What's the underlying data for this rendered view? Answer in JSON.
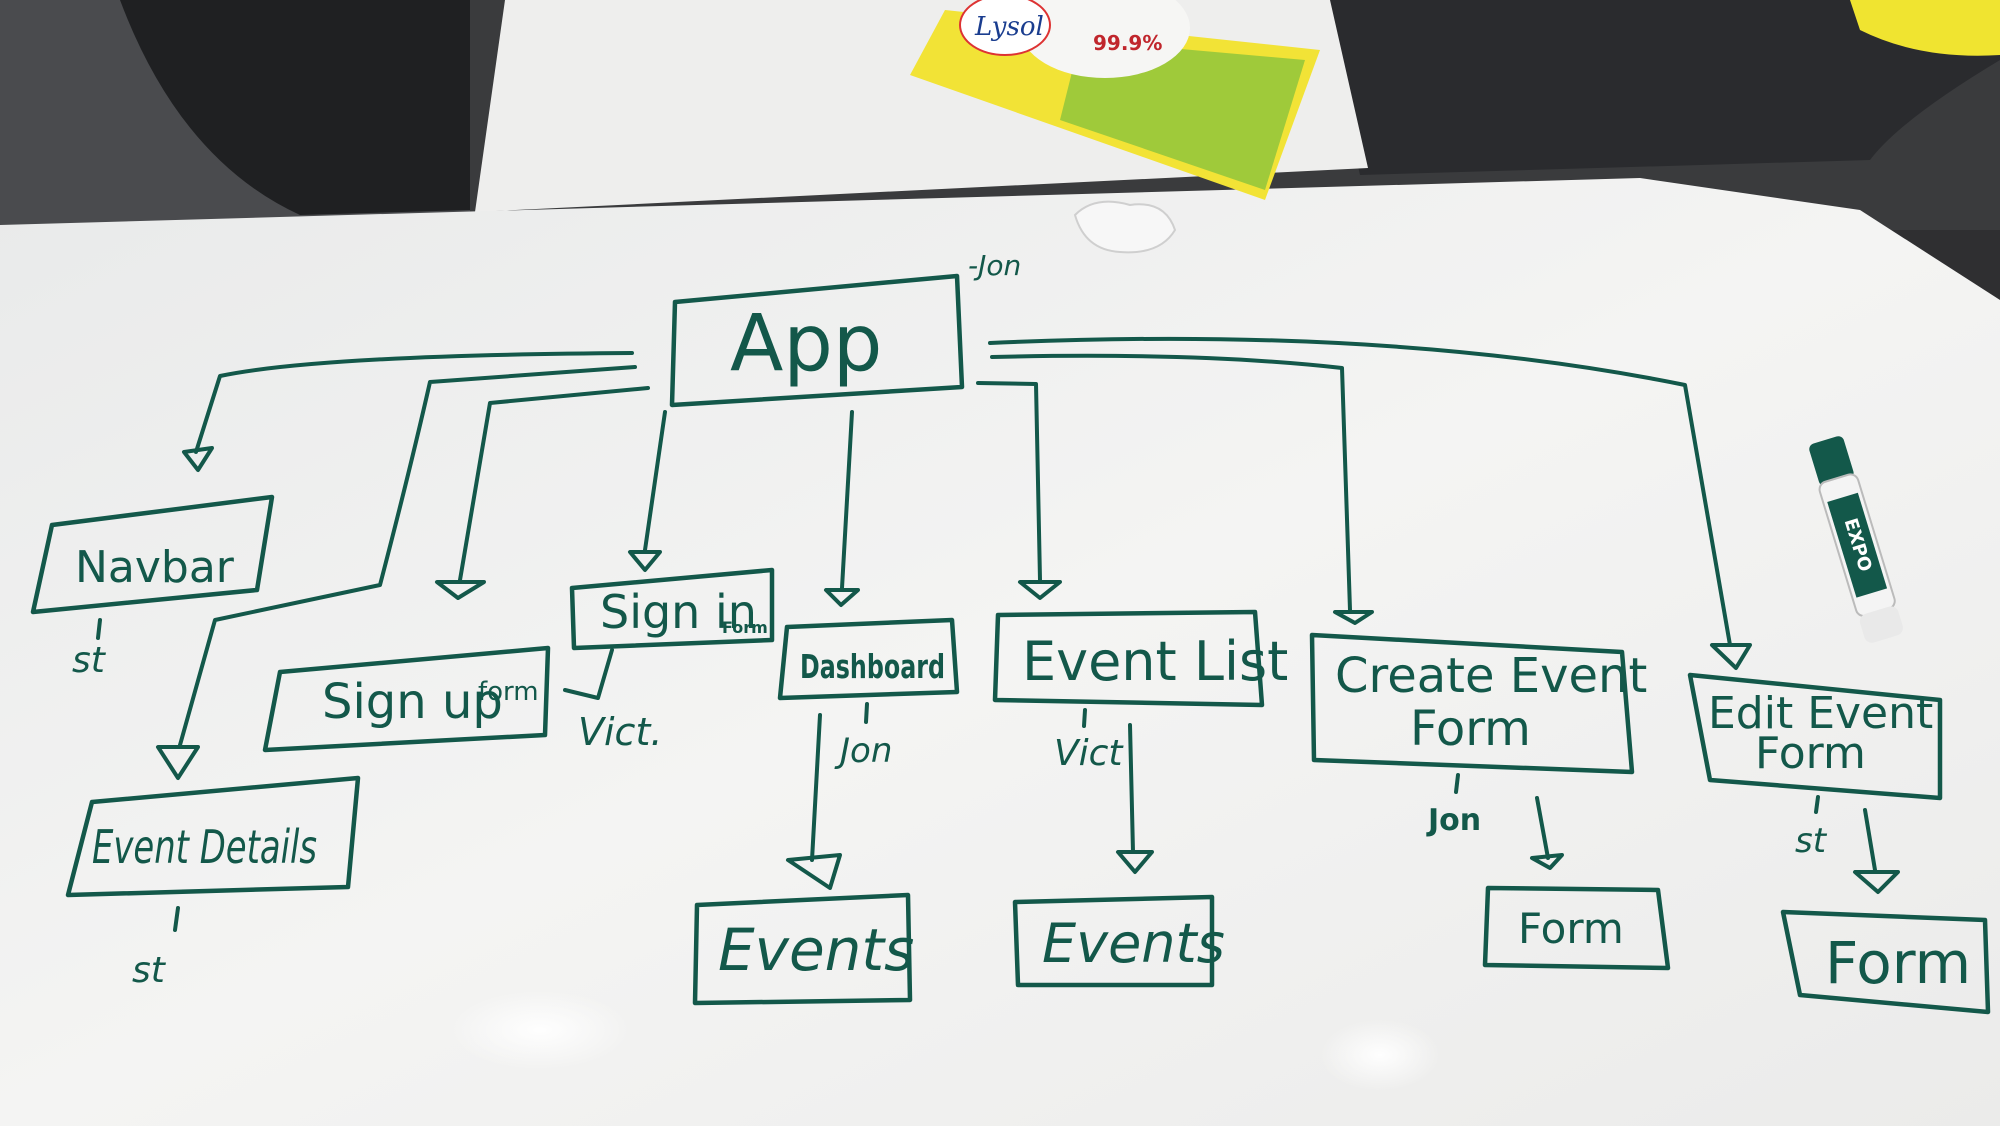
{
  "diagram": {
    "root": {
      "label": "App",
      "note": "-Jon"
    },
    "nodes": [
      {
        "id": "navbar",
        "label": "Navbar",
        "note": "st"
      },
      {
        "id": "event-details",
        "label": "Event Details",
        "note": "st"
      },
      {
        "id": "sign-up-form",
        "label_main": "Sign up",
        "label_small": "form",
        "note": "Vict."
      },
      {
        "id": "sign-in-form",
        "label_main": "Sign in",
        "label_small": "Form"
      },
      {
        "id": "dashboard",
        "label": "Dashboard",
        "note": "Jon"
      },
      {
        "id": "events-1",
        "label": "Events"
      },
      {
        "id": "event-list",
        "label": "Event List",
        "note": "Vict"
      },
      {
        "id": "events-2",
        "label": "Events"
      },
      {
        "id": "create-event-form",
        "label_line1": "Create Event",
        "label_line2": "Form",
        "note": "Jon"
      },
      {
        "id": "form-1",
        "label": "Form"
      },
      {
        "id": "edit-event-form",
        "label_line1": "Edit Event",
        "label_line2": "Form",
        "note": "st"
      },
      {
        "id": "form-2",
        "label": "Form"
      }
    ]
  },
  "props": {
    "wipes_brand": "Lysol",
    "wipes_claim": "99.9%",
    "marker_brand": "EXPO"
  }
}
